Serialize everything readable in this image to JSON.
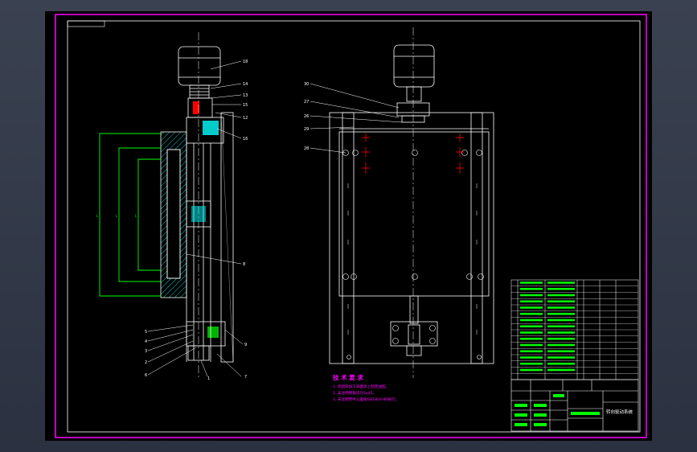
{
  "drawing": {
    "colors": {
      "background": "#000000",
      "frame": "#ff00ff",
      "lines": "#ffffff",
      "notes": "#ff00ff",
      "green": "#00ff00",
      "red": "#ff0000",
      "cyan": "#00ffff"
    },
    "side_view_callouts": [
      "18",
      "14",
      "13",
      "15",
      "12",
      "16",
      "8",
      "5",
      "4",
      "3",
      "2",
      "6",
      "7",
      "1",
      "9"
    ],
    "front_view_callouts": [
      "30",
      "27",
      "26",
      "29",
      "28"
    ],
    "tech_requirements": {
      "title": "技 术 要 求",
      "items": [
        "1. 装配前加工表面涂上防锈油脂。",
        "2. 未注明倒角均为1x45。",
        "3. 未注明零件公差按GB1804-80执行。"
      ]
    },
    "title_block": {
      "name": "转向驱动系统"
    }
  }
}
